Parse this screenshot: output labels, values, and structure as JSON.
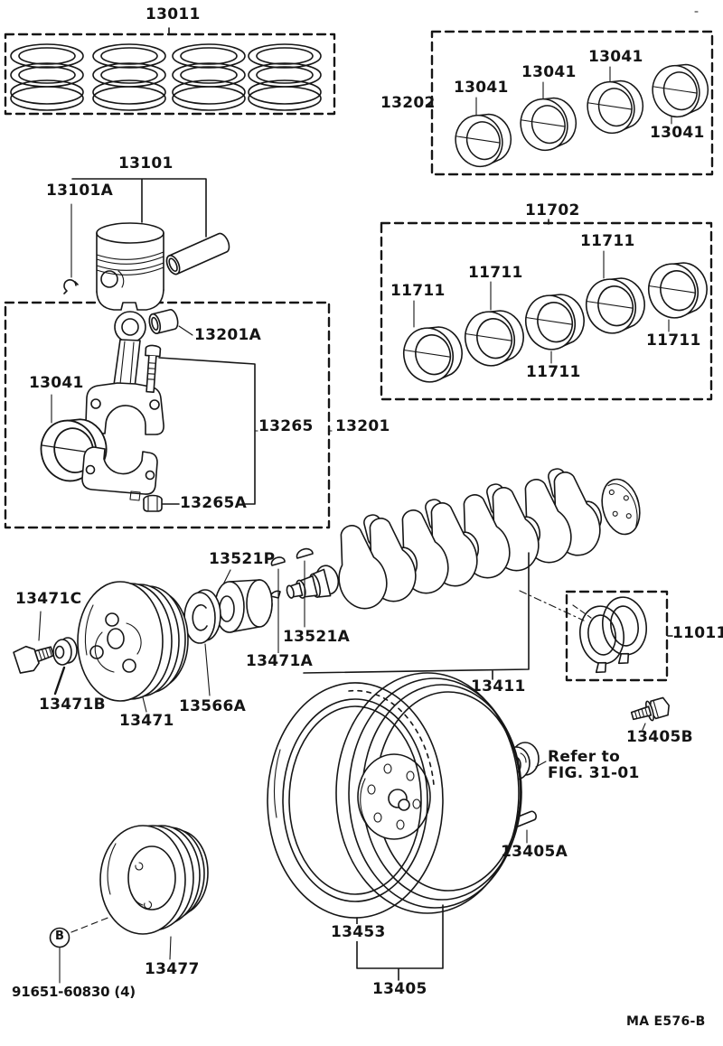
{
  "page": {
    "doc_code": "MA E576-B",
    "bg": "#ffffff",
    "ink": "#161616"
  },
  "labels": {
    "ring_set": "13011",
    "piston": "13101",
    "pin_clip": "13101A",
    "rod_bearing_set": "13202",
    "rod_bearing": "13041",
    "main_bearing_set": "11702",
    "main_bearing": "11711",
    "small_end_bushing": "13201A",
    "rod_sub_assy": "13265",
    "rod_kit": "13201",
    "rod_nut": "13265A",
    "timing_gear": "13521P",
    "crank_key": "13521A",
    "front_collar": "13471A",
    "crankshaft": "13411",
    "thrust_washer_set": "11011",
    "pulley_bolt": "13471C",
    "pulley_washer": "13471B",
    "crank_pulley": "13471",
    "gear_plate": "13566A",
    "flywheel_bolt": "13405B",
    "pilot_note_1": "Refer to",
    "pilot_note_2": "FIG. 31-01",
    "dowel_pin": "13405A",
    "ring_gear": "13453",
    "flywheel": "13405",
    "aux_pulley": "13477",
    "bolt_mark": "B",
    "bolt_part_no": "91651-60830 (4)"
  }
}
